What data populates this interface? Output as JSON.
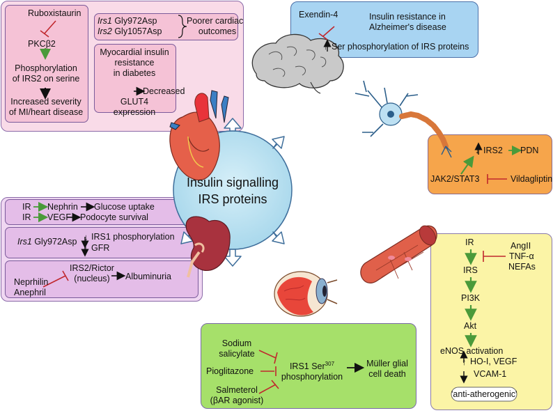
{
  "center": {
    "line1": "Insulin signalling",
    "line2": "IRS proteins"
  },
  "heart_panel": {
    "ruboxistaurin": "Ruboxistaurin",
    "pkcb2": "PKCβ2",
    "phos_l1": "Phosphorylation",
    "phos_l2": "of IRS2 on serine",
    "sev_l1": "Increased severity",
    "sev_l2": "of MI/heart disease",
    "irs1_gene": "Irs1",
    "irs1_var": " Gly972Asp",
    "irs2_gene": "Irs2",
    "irs2_var": " Gly1057Asp",
    "poorer_l1": "Poorer cardiac",
    "poorer_l2": "outcomes",
    "myo_l1": "Myocardial insulin",
    "myo_l2": "resistance",
    "myo_l3": "in diabetes",
    "myo_l4": "Decreased",
    "myo_l5": "GLUT4",
    "myo_l6": "expression"
  },
  "brain_panel": {
    "exendin": "Exendin-4",
    "ir_l1": "Insulin resistance in",
    "ir_l2": "Alzheimer's disease",
    "ser": "Ser phosphorylation of IRS proteins"
  },
  "neuron_panel": {
    "irs2": "IRS2",
    "pdn": "PDN",
    "jak": "JAK2/STAT3",
    "vilda": "Vildagliptin"
  },
  "kidney_panel": {
    "ir": "IR",
    "nephrin": "Nephrin",
    "glucose": "Glucose uptake",
    "ir2": "IR",
    "vegf": "VEGF",
    "podocyte": "Podocyte survival",
    "irs1_gene": "Irs1",
    "irs1_var": " Gly972Asp",
    "irs1_phos": "IRS1 phosphorylation",
    "gfr": "GFR",
    "rictor_l1": "IRS2/Rictor",
    "rictor_l2": "(nucleus)",
    "albuminuria": "Albuminuria",
    "neprhilin": "Neprhilin",
    "anephril": "Anephril"
  },
  "vessel_panel": {
    "ir": "IR",
    "irs": "IRS",
    "pi3k": "PI3K",
    "akt": "Akt",
    "angii": "AngII",
    "tnf": "TNF-α",
    "nefas": "NEFAs",
    "enos": "eNOS activation",
    "ho": "HO-I, VEGF",
    "vcam": "VCAM-1",
    "anti": "'anti-atherogenic'"
  },
  "eye_panel": {
    "sodium_l1": "Sodium",
    "sodium_l2": "salicylate",
    "pio": "Pioglitazone",
    "salm_l1": "Salmeterol",
    "salm_l2": "(βAR agonist)",
    "irs1_ser": "IRS1 Ser",
    "ser_num": "307",
    "phos": "phosphorylation",
    "muller_l1": "Müller glial",
    "muller_l2": "cell death"
  },
  "colors": {
    "heart_bg": "#f9dbe8",
    "heart_box": "#f5c2d6",
    "brain_bg": "#a8d4f2",
    "neuron_bg": "#f6a54b",
    "kidney_bg": "#f0d7f2",
    "kidney_box": "#e4bde8",
    "vessel_bg": "#fbf4a6",
    "eye_bg": "#a6e06a",
    "hub": "#bfe3f1",
    "green_arrow": "#4a9a3a",
    "red_inhibit": "#c0272d"
  },
  "icons": [
    "heart-icon",
    "brain-icon",
    "neuron-icon",
    "kidney-icon",
    "blood-vessel-icon",
    "eye-icon"
  ]
}
